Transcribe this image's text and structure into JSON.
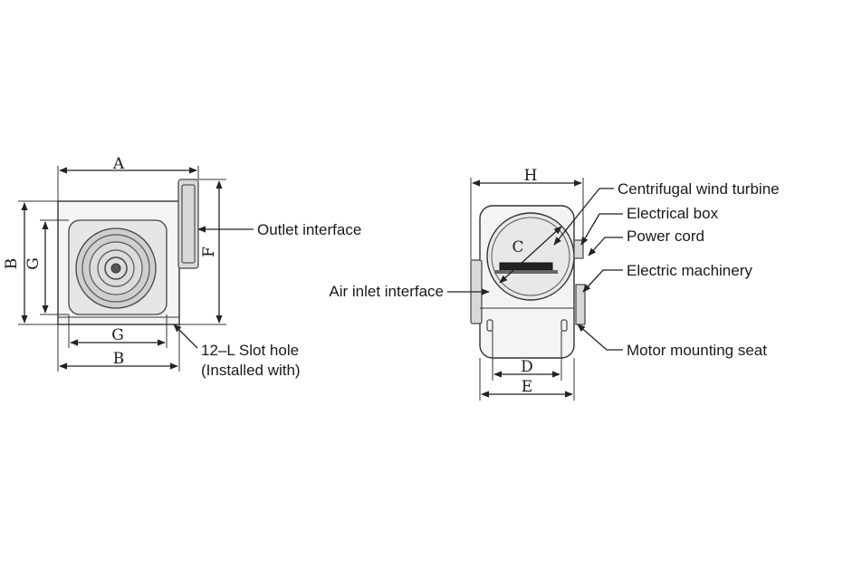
{
  "front_view": {
    "dims": {
      "A": "A",
      "B_left": "B",
      "G_left": "G",
      "F": "F",
      "G_bottom": "G",
      "B_bottom": "B"
    },
    "labels": {
      "outlet": "Outlet interface",
      "slot_line1": "12–L Slot hole",
      "slot_line2": "(Installed with)"
    }
  },
  "side_view": {
    "dims": {
      "H": "H",
      "C": "C",
      "D": "D",
      "E": "E"
    },
    "labels": {
      "turbine": "Centrifugal wind turbine",
      "electrical_box": "Electrical box",
      "power_cord": "Power cord",
      "air_inlet": "Air inlet interface",
      "machinery": "Electric machinery",
      "motor_seat": "Motor mounting seat"
    }
  }
}
